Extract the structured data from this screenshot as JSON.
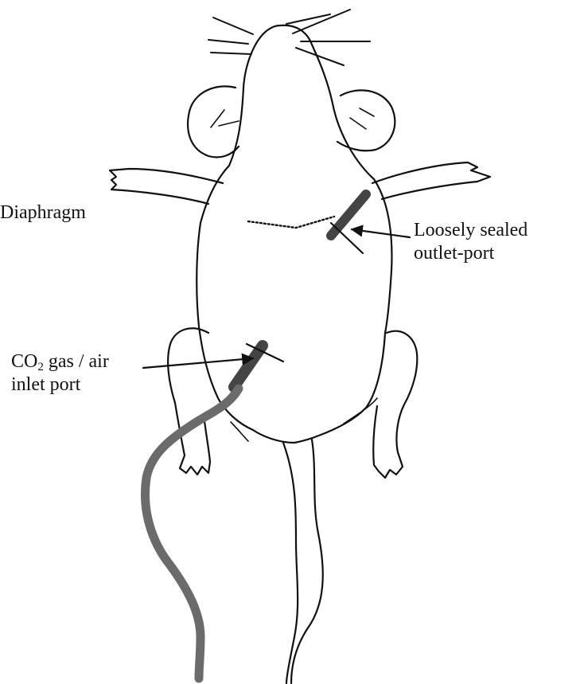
{
  "labels": {
    "diaphragm": "Diaphragm",
    "outlet": {
      "line1": "Loosely sealed",
      "line2": "outlet-port"
    },
    "inlet": {
      "line1_prefix": "CO",
      "line1_sub": "2",
      "line1_suffix": " gas / air",
      "line2": "inlet port"
    }
  },
  "colors": {
    "ink": "#111111",
    "tube": "#6b6b6b",
    "port": "#444444"
  }
}
